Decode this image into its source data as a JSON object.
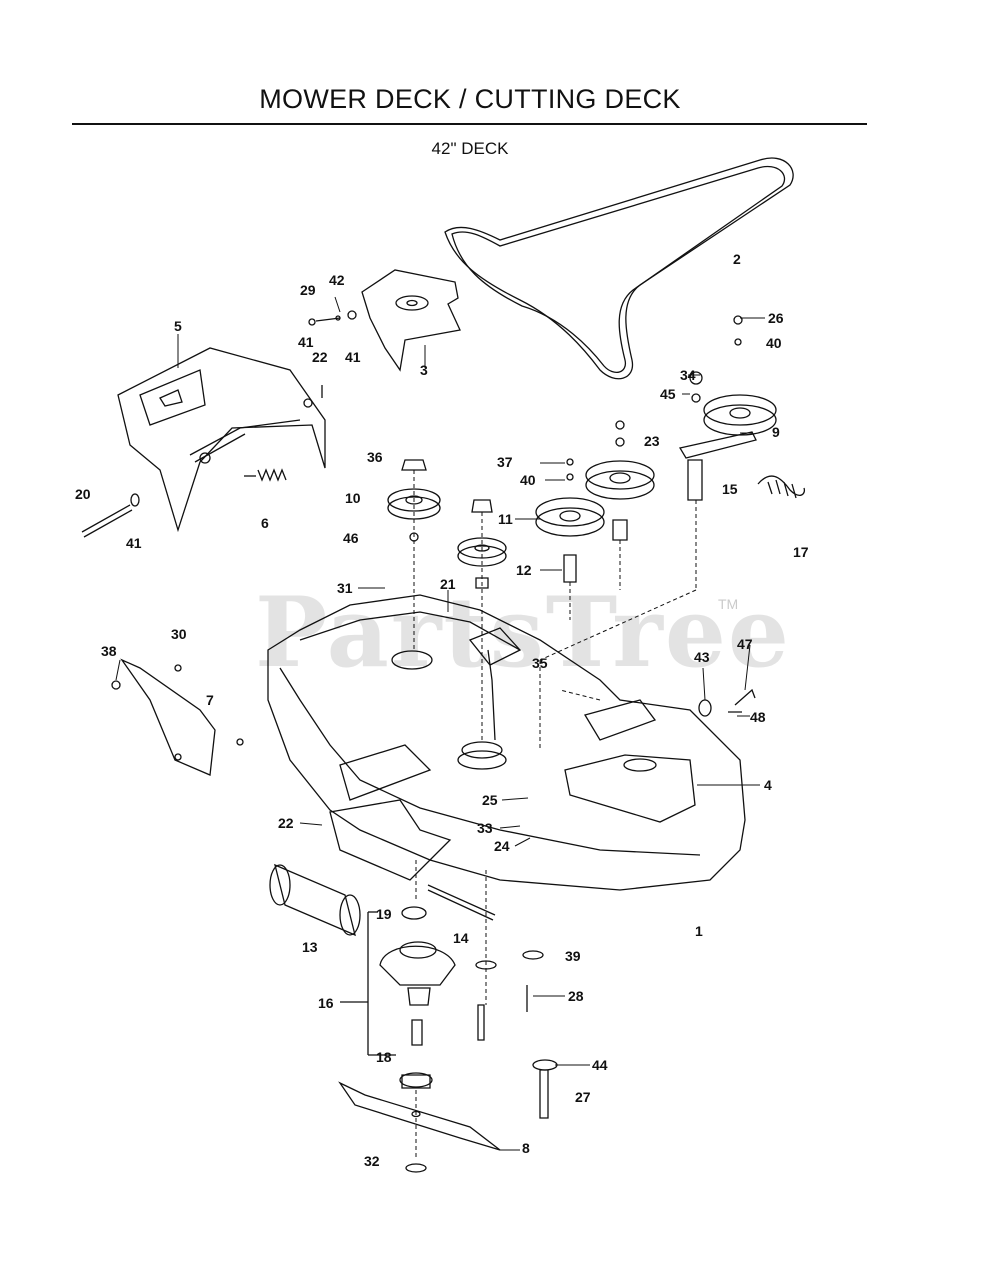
{
  "title": "MOWER DECK / CUTTING DECK",
  "subtitle": "42\" DECK",
  "watermark": {
    "text": "PartsTree",
    "tm": "TM"
  },
  "callouts": [
    "1",
    "2",
    "3",
    "4",
    "5",
    "6",
    "7",
    "8",
    "9",
    "10",
    "11",
    "12",
    "13",
    "14",
    "15",
    "16",
    "17",
    "18",
    "19",
    "20",
    "21",
    "22",
    "22",
    "23",
    "24",
    "25",
    "26",
    "27",
    "28",
    "29",
    "30",
    "31",
    "32",
    "33",
    "34",
    "35",
    "36",
    "37",
    "38",
    "39",
    "40",
    "40",
    "41",
    "41",
    "41",
    "42",
    "43",
    "44",
    "45",
    "46",
    "47",
    "48"
  ]
}
